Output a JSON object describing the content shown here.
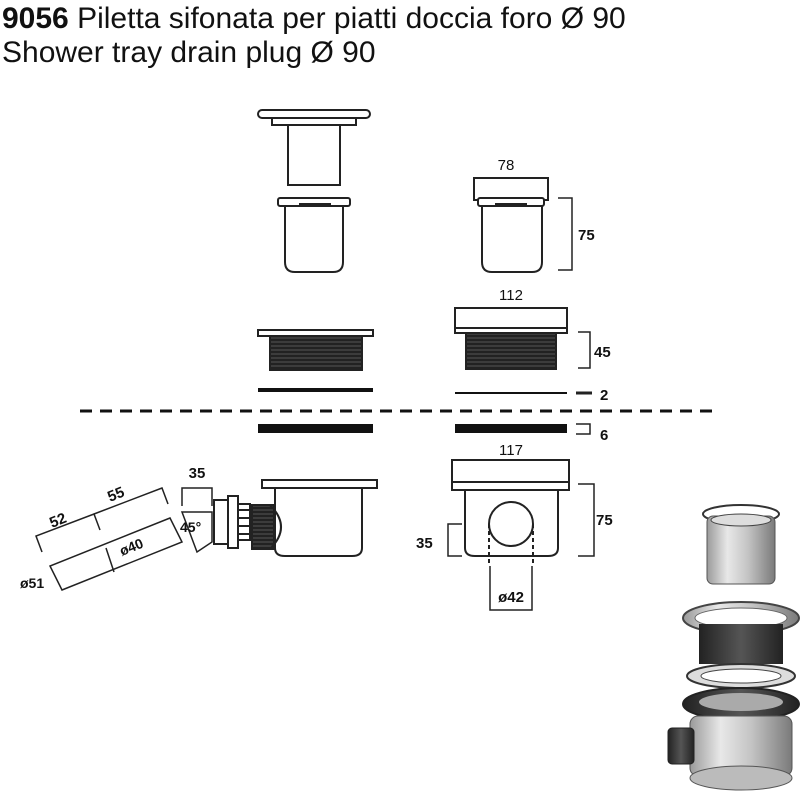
{
  "header": {
    "code": "9056",
    "title_it": "Piletta sifonata per piatti doccia foro Ø 90",
    "title_en": "Shower tray drain plug Ø 90"
  },
  "dimensions": {
    "d78": "78",
    "d75_top": "75",
    "d112": "112",
    "d45": "45",
    "d2": "2",
    "d6": "6",
    "d117": "117",
    "d75_body": "75",
    "d35_right": "35",
    "d42": "ø42",
    "d35_left": "35",
    "d52": "52",
    "d55": "55",
    "d40": "ø40",
    "d45deg": "45°",
    "d51": "ø51"
  }
}
